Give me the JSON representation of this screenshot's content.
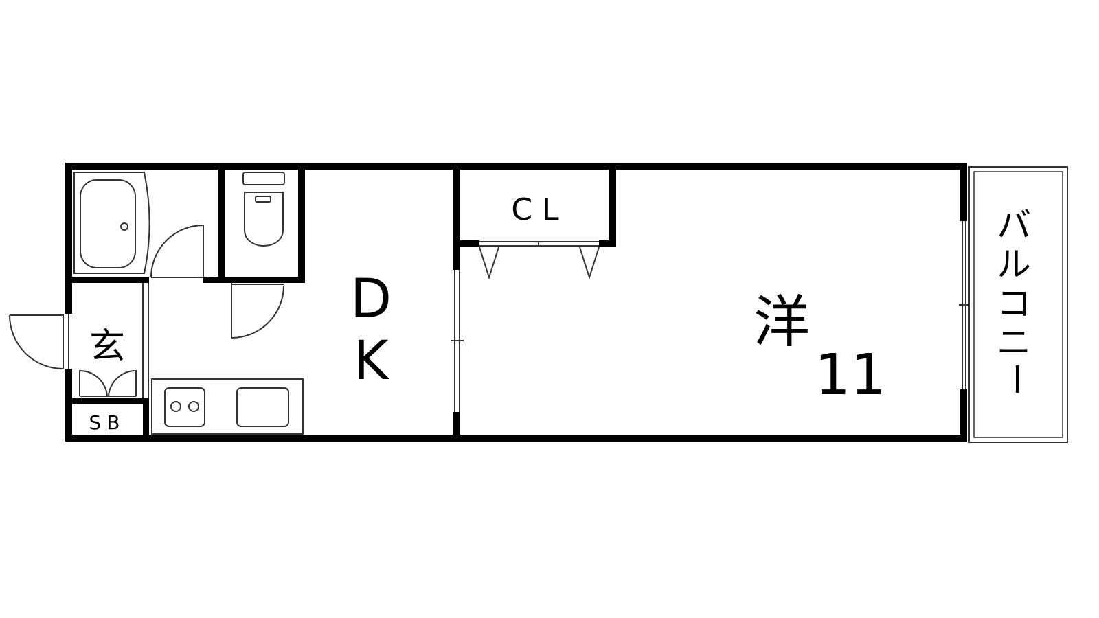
{
  "floorplan": {
    "rooms": {
      "closet": "CL",
      "dining_kitchen_d": "D",
      "dining_kitchen_k": "K",
      "western_room": "洋",
      "western_room_size": "11",
      "entrance": "玄",
      "shoe_box": "SB",
      "balcony": [
        "バ",
        "ル",
        "コ",
        "ニ",
        "ー"
      ]
    },
    "colors": {
      "wall": "#000000",
      "line": "#333333",
      "background": "#ffffff"
    }
  }
}
